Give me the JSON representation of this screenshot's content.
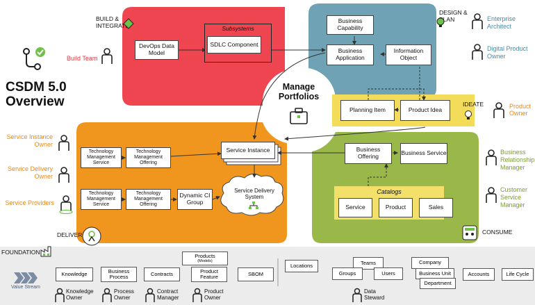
{
  "title_line1": "CSDM 5.0",
  "title_line2": "Overview",
  "center_label_line1": "Manage",
  "center_label_line2": "Portfolios",
  "build": {
    "label_line1": "BUILD &",
    "label_line2": "INTEGRATE",
    "role": "Build Team",
    "devops": "DevOps Data Model",
    "subsystems": "Subsystems",
    "sdlc": "SDLC Component"
  },
  "design": {
    "label_line1": "DESIGN &",
    "label_line2": "PLAN",
    "capability": "Business Capability",
    "application": "Business Application",
    "information": "Information Object",
    "role1": "Enterprise Architect",
    "role2": "Digital Product Owner"
  },
  "ideate": {
    "label": "IDEATE",
    "planning": "Planning Item",
    "idea": "Product Idea",
    "role": "Product Owner"
  },
  "deliver": {
    "label": "DELIVER",
    "tms1": "Technology Management Service",
    "tmo1": "Technology Management Offering",
    "tms2": "Technology Management Service",
    "tmo2": "Technology Management Offering",
    "dynamic": "Dynamic CI Group",
    "service_instance": "Service Instance",
    "delivery_system": "Service Delivery System",
    "role1": "Service Instance Owner",
    "role2": "Service Delivery Owner",
    "role3": "Service Providers"
  },
  "consume": {
    "label": "CONSUME",
    "offering": "Business Offering",
    "service": "Business Service",
    "catalogs": "Catalogs",
    "cat_service": "Service",
    "cat_product": "Product",
    "cat_sales": "Sales",
    "role1": "Business Relationship Manager",
    "role2": "Customer Service Manager"
  },
  "foundation": {
    "label": "FOUNDATION",
    "value_stream": "Value Stream",
    "knowledge": "Knowledge",
    "business_process": "Business Process",
    "contracts": "Contracts",
    "products": "Products",
    "products_models": "(Models)",
    "product_feature": "Product Feature",
    "sbom": "SBOM",
    "locations": "Locations",
    "teams": "Teams",
    "groups": "Groups",
    "users": "Users",
    "company": "Company",
    "business_unit": "Business Unit",
    "department": "Department",
    "accounts": "Accounts",
    "life_cycle": "Life Cycle",
    "owner_knowledge": "Knowledge Owner",
    "owner_process": "Process Owner",
    "owner_contract": "Contract Manager",
    "owner_product": "Product Owner",
    "owner_data": "Data Steward"
  },
  "colors": {
    "build": "#ef4550",
    "design": "#6ea2b4",
    "ideate": "#f2dc5a",
    "deliver": "#f0961e",
    "consume": "#9ab84a",
    "foundation": "#ececec"
  }
}
